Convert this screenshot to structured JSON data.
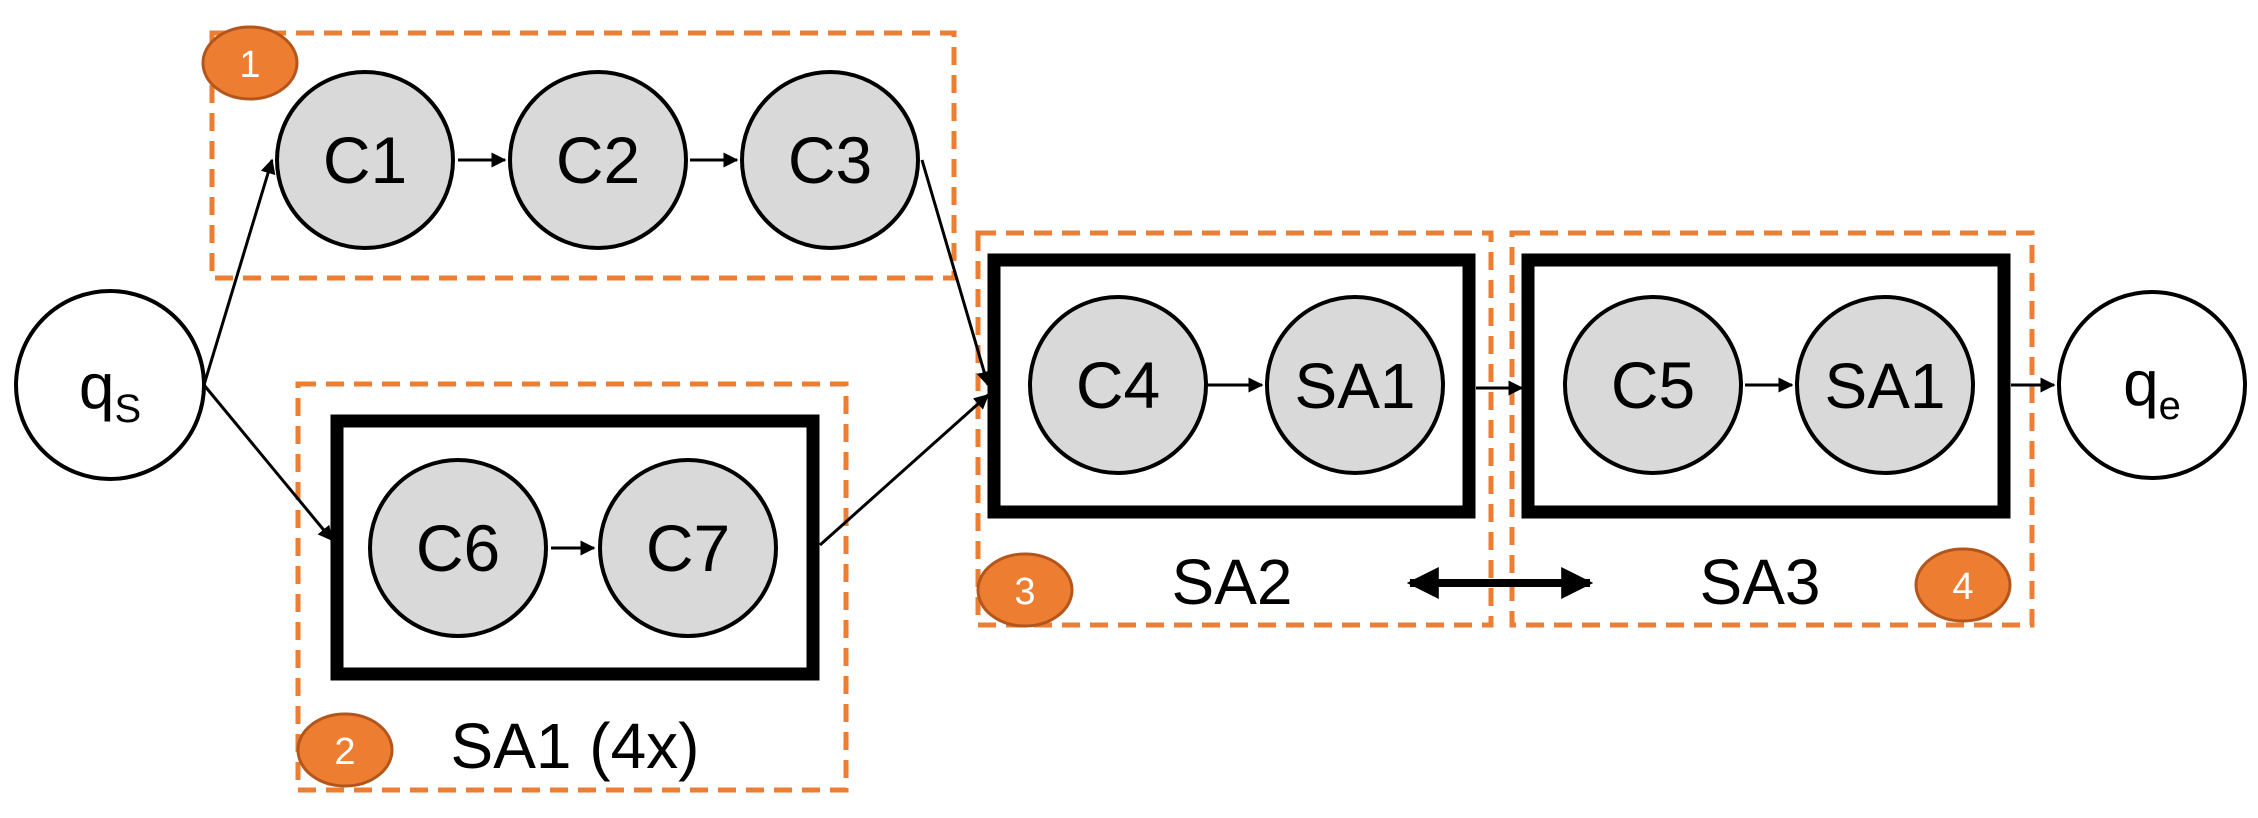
{
  "colors": {
    "orange": "#ED7D31",
    "node_fill": "#D9D9D9",
    "stroke": "#000000",
    "badge_text": "#FFFFFF"
  },
  "nodes": {
    "qs": {
      "main": "q",
      "sub": "S"
    },
    "qe": {
      "main": "q",
      "sub": "e"
    },
    "c1": "C1",
    "c2": "C2",
    "c3": "C3",
    "c4": "C4",
    "c5": "C5",
    "c6": "C6",
    "c7": "C7",
    "sa2_inner": "SA1",
    "sa3_inner": "SA1"
  },
  "boxes": {
    "sa1_label": "SA1 (4x)",
    "sa2_label": "SA2",
    "sa3_label": "SA3"
  },
  "badges": [
    "1",
    "2",
    "3",
    "4"
  ]
}
